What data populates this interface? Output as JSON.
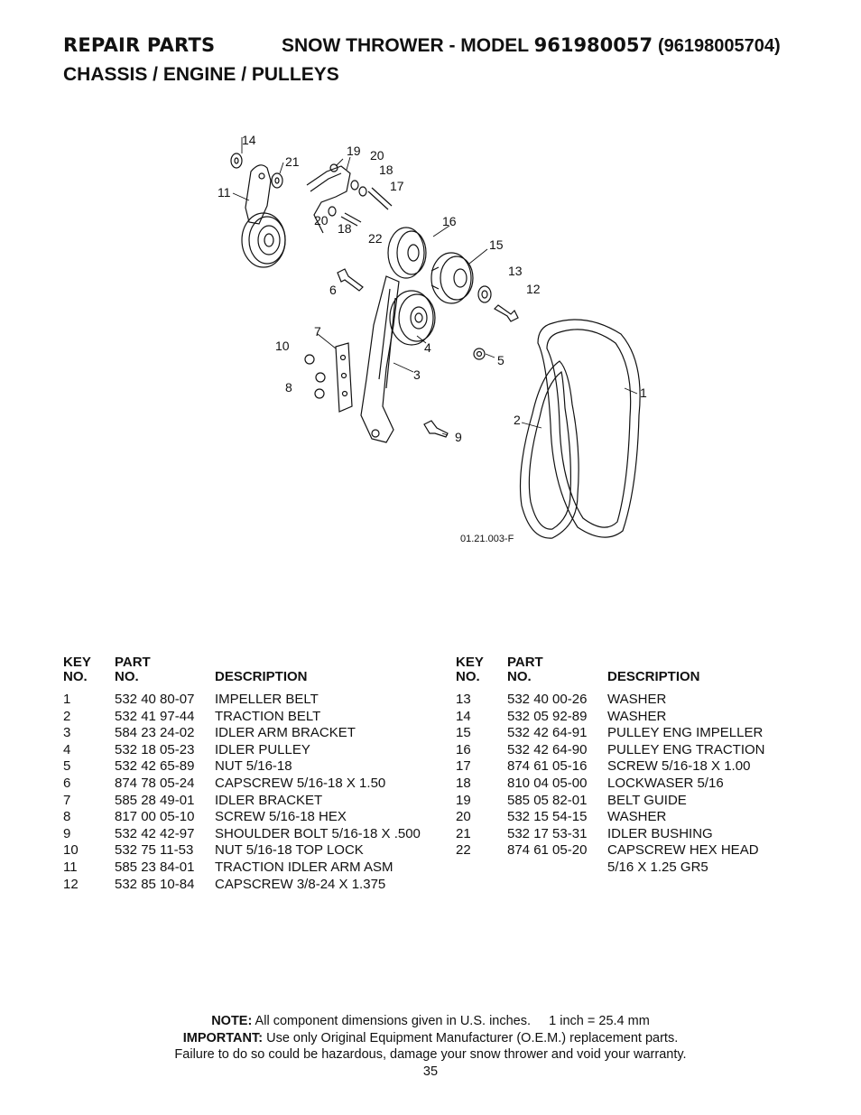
{
  "header": {
    "section": "REPAIR PARTS",
    "product_prefix": "SNOW THROWER - MODEL",
    "model": "961980057",
    "model_alt": "(96198005704)",
    "subtitle": "CHASSIS / ENGINE / PULLEYS"
  },
  "diagram": {
    "code": "01.21.003-F",
    "callouts": [
      "14",
      "21",
      "11",
      "19",
      "20",
      "18",
      "17",
      "20",
      "18",
      "22",
      "16",
      "15",
      "13",
      "12",
      "6",
      "7",
      "10",
      "4",
      "3",
      "5",
      "8",
      "1",
      "2",
      "9"
    ]
  },
  "table": {
    "headers": {
      "key_top": "KEY",
      "key_bottom": "NO.",
      "part_top": "PART",
      "part_bottom": "NO.",
      "description": "DESCRIPTION"
    },
    "left": [
      {
        "key": "1",
        "part": "532 40 80-07",
        "desc": "IMPELLER BELT"
      },
      {
        "key": "2",
        "part": "532 41 97-44",
        "desc": "TRACTION BELT"
      },
      {
        "key": "3",
        "part": "584 23 24-02",
        "desc": "IDLER ARM BRACKET"
      },
      {
        "key": "4",
        "part": "532 18 05-23",
        "desc": "IDLER PULLEY"
      },
      {
        "key": "5",
        "part": "532 42 65-89",
        "desc": "NUT 5/16-18"
      },
      {
        "key": "6",
        "part": "874 78 05-24",
        "desc": "CAPSCREW 5/16-18 X 1.50"
      },
      {
        "key": "7",
        "part": "585 28 49-01",
        "desc": "IDLER BRACKET"
      },
      {
        "key": "8",
        "part": "817 00 05-10",
        "desc": "SCREW 5/16-18 HEX"
      },
      {
        "key": "9",
        "part": "532 42 42-97",
        "desc": "SHOULDER BOLT 5/16-18 X .500"
      },
      {
        "key": "10",
        "part": "532 75 11-53",
        "desc": "NUT 5/16-18 TOP LOCK"
      },
      {
        "key": "11",
        "part": "585 23 84-01",
        "desc": "TRACTION IDLER ARM ASM"
      },
      {
        "key": "12",
        "part": "532 85 10-84",
        "desc": "CAPSCREW 3/8-24 X 1.375"
      }
    ],
    "right": [
      {
        "key": "13",
        "part": "532 40 00-26",
        "desc": "WASHER"
      },
      {
        "key": "14",
        "part": "532 05 92-89",
        "desc": "WASHER"
      },
      {
        "key": "15",
        "part": "532 42 64-91",
        "desc": "PULLEY ENG IMPELLER"
      },
      {
        "key": "16",
        "part": "532 42 64-90",
        "desc": "PULLEY ENG TRACTION"
      },
      {
        "key": "17",
        "part": "874 61 05-16",
        "desc": "SCREW 5/16-18 X 1.00"
      },
      {
        "key": "18",
        "part": "810 04 05-00",
        "desc": "LOCKWASER 5/16"
      },
      {
        "key": "19",
        "part": "585 05 82-01",
        "desc": "BELT GUIDE"
      },
      {
        "key": "20",
        "part": "532 15 54-15",
        "desc": "WASHER"
      },
      {
        "key": "21",
        "part": "532 17 53-31",
        "desc": "IDLER BUSHING"
      },
      {
        "key": "22",
        "part": "874 61 05-20",
        "desc": "CAPSCREW HEX HEAD"
      },
      {
        "key": "",
        "part": "",
        "desc": "5/16 X 1.25 GR5"
      }
    ]
  },
  "footer": {
    "note_label": "NOTE:",
    "note_text": "All component dimensions given in U.S. inches.",
    "conversion": "1 inch = 25.4 mm",
    "important_label": "IMPORTANT:",
    "important_text": "Use only Original Equipment Manufacturer (O.E.M.) replacement parts.",
    "warning": "Failure to do so could be hazardous, damage your snow thrower and void your warranty.",
    "page_number": "35"
  }
}
